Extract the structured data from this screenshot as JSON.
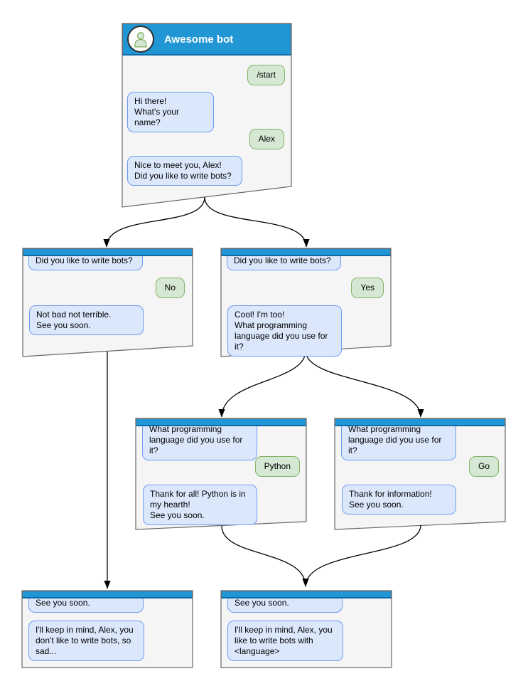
{
  "colors": {
    "header_blue": "#2196d4",
    "header_edge": "#0e6ba8",
    "window_fill": "#f5f5f5",
    "window_border": "#686868",
    "bot_bubble_fill": "#dbe8fc",
    "bot_bubble_border": "#6f9bf0",
    "user_bubble_fill": "#d5e8d4",
    "user_bubble_border": "#82b366",
    "connector": "#000000"
  },
  "windows": [
    {
      "id": "start-window",
      "title": "Awesome bot",
      "avatar": "person-icon",
      "messages": [
        {
          "from": "user",
          "text": "/start"
        },
        {
          "from": "bot",
          "text": "Hi there!\nWhat's your name?"
        },
        {
          "from": "user",
          "text": "Alex"
        },
        {
          "from": "bot",
          "text": "Nice to meet you, Alex!\nDid you like to write bots?"
        }
      ]
    },
    {
      "id": "branch-no",
      "messages": [
        {
          "from": "bot",
          "text": "Did you like to write bots?"
        },
        {
          "from": "user",
          "text": "No"
        },
        {
          "from": "bot",
          "text": "Not bad not terrible.\nSee you soon."
        }
      ]
    },
    {
      "id": "branch-yes",
      "messages": [
        {
          "from": "bot",
          "text": "Did you like to write bots?"
        },
        {
          "from": "user",
          "text": "Yes"
        },
        {
          "from": "bot",
          "text": "Cool! I'm too!\nWhat programming\nlanguage did you use for it?"
        }
      ]
    },
    {
      "id": "branch-python",
      "messages": [
        {
          "from": "bot",
          "text": "What programming\nlanguage did you use for it?"
        },
        {
          "from": "user",
          "text": "Python"
        },
        {
          "from": "bot",
          "text": "Thank for all! Python is in\nmy hearth!\nSee you soon."
        }
      ]
    },
    {
      "id": "branch-go",
      "messages": [
        {
          "from": "bot",
          "text": "What programming\nlanguage did you use for it?"
        },
        {
          "from": "user",
          "text": "Go"
        },
        {
          "from": "bot",
          "text": "Thank for information!\nSee you soon."
        }
      ]
    },
    {
      "id": "end-no",
      "messages": [
        {
          "from": "bot",
          "text": "See you soon."
        },
        {
          "from": "bot",
          "text": "I'll keep in mind, Alex, you\ndon't like to write bots, so\nsad..."
        }
      ]
    },
    {
      "id": "end-yes",
      "messages": [
        {
          "from": "bot",
          "text": "See you soon."
        },
        {
          "from": "bot",
          "text": "I'll keep in mind, Alex, you\nlike to write bots with\n<language>"
        }
      ]
    }
  ]
}
